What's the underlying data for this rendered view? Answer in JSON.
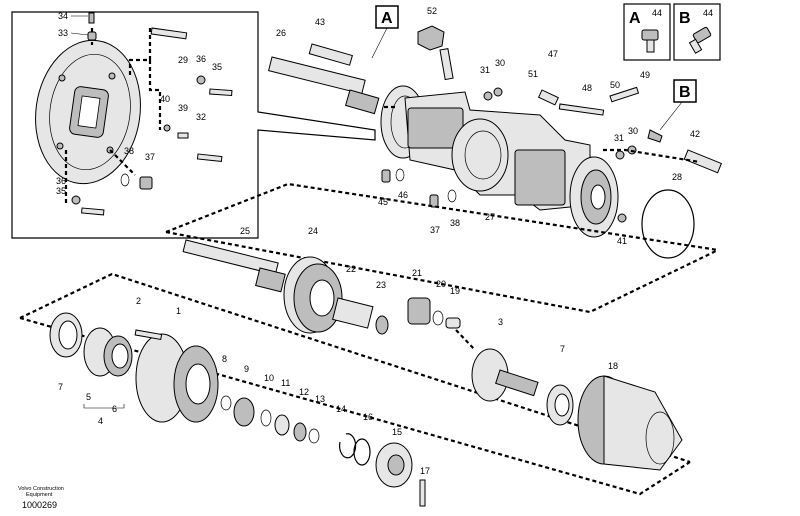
{
  "callouts": {
    "A": "A",
    "B": "B"
  },
  "legend": {
    "a_letter": "A",
    "a_part": "44",
    "b_letter": "B",
    "b_part": "44"
  },
  "labels": {
    "n34": "34",
    "n33": "33",
    "n29": "29",
    "n36a": "36",
    "n35a": "35",
    "n40": "40",
    "n39": "39",
    "n32": "32",
    "n38a": "38",
    "n37a": "37",
    "n36b": "36",
    "n35b": "35",
    "n43": "43",
    "n52": "52",
    "n26": "26",
    "n31a": "31",
    "n30a": "30",
    "n47": "47",
    "n51": "51",
    "n48": "48",
    "n50": "50",
    "n49": "49",
    "n31b": "31",
    "n30b": "30",
    "n42": "42",
    "n28": "28",
    "n45": "45",
    "n46": "46",
    "n37b": "37",
    "n38b": "38",
    "n27": "27",
    "n41": "41",
    "n25": "25",
    "n24": "24",
    "n22": "22",
    "n23": "23",
    "n21": "21",
    "n20": "20",
    "n19": "19",
    "n2": "2",
    "n1": "1",
    "n3": "3",
    "n7a": "7",
    "n5": "5",
    "n6": "6",
    "n4": "4",
    "n8": "8",
    "n9": "9",
    "n10": "10",
    "n11": "11",
    "n12": "12",
    "n13": "13",
    "n14": "14",
    "n16": "16",
    "n15": "15",
    "n17": "17",
    "n7b": "7",
    "n18": "18"
  },
  "footer": {
    "brand_line1": "Volvo Construction",
    "brand_line2": "Equipment",
    "drawing_number": "1000269"
  }
}
